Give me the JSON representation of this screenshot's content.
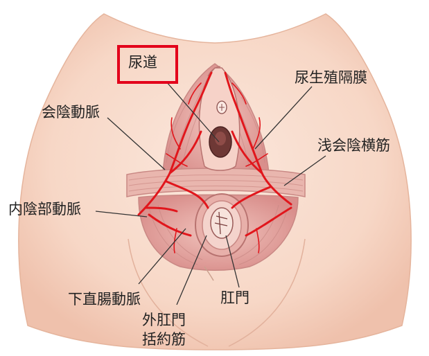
{
  "labels": {
    "urethra": "尿道",
    "urogenital_diaphragm": "尿生殖隔膜",
    "perineal_artery": "会陰動脈",
    "superficial_transverse_perineal": "浅会陰横筋",
    "internal_pudendal_artery": "内陰部動脈",
    "inferior_rectal_artery": "下直腸動脈",
    "anus": "肛門",
    "external_anal_sphincter_line1": "外肛門",
    "external_anal_sphincter_line2": "括約筋"
  },
  "colors": {
    "skin": "#f9dccd",
    "skin_edge": "#e9b8a3",
    "muscle": "#e7a5a0",
    "muscle_dark": "#c77c7a",
    "artery": "#e1161c",
    "highlight_box": "#e3001b"
  }
}
